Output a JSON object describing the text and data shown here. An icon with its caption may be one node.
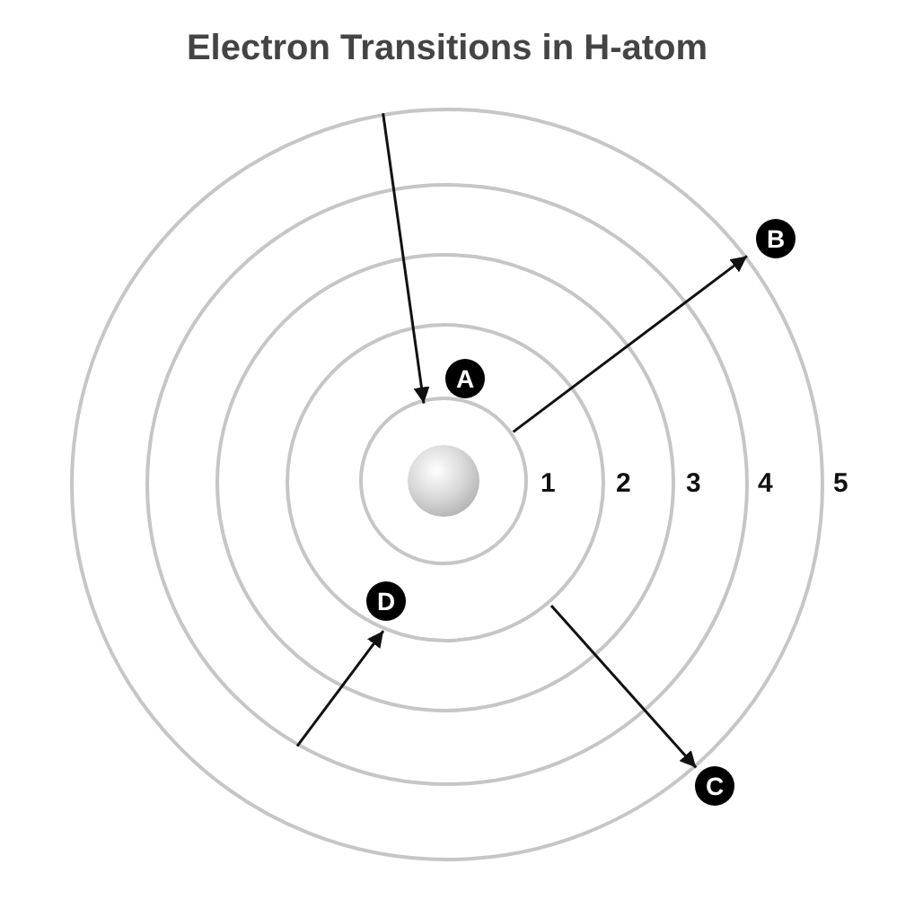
{
  "diagram": {
    "title": "Electron Transitions in H-atom",
    "nodes": [
      {
        "text": [],
        "shape": "circle",
        "beside": [
          "5"
        ]
      },
      {
        "text": [],
        "shape": "circle",
        "beside": [
          "4"
        ],
        "in": 0
      },
      {
        "text": [],
        "shape": "circle",
        "beside": [
          "3"
        ],
        "in": 1
      },
      {
        "text": [],
        "shape": "circle",
        "beside": [
          "2"
        ],
        "in": 2
      },
      {
        "text": [],
        "shape": "circle",
        "beside": [
          "1"
        ],
        "in": 3
      },
      {
        "text": [],
        "shape": "circle",
        "in": 4
      }
    ],
    "edges": [
      {
        "from": 0,
        "to": 4,
        "arrow": "to",
        "label": "A"
      },
      {
        "from": 4,
        "to": 0,
        "arrow": "to",
        "label": "B"
      },
      {
        "from": 3,
        "to": 0,
        "arrow": "to",
        "label": "C"
      },
      {
        "from": 1,
        "to": 3,
        "arrow": "to",
        "label": "D"
      }
    ]
  }
}
